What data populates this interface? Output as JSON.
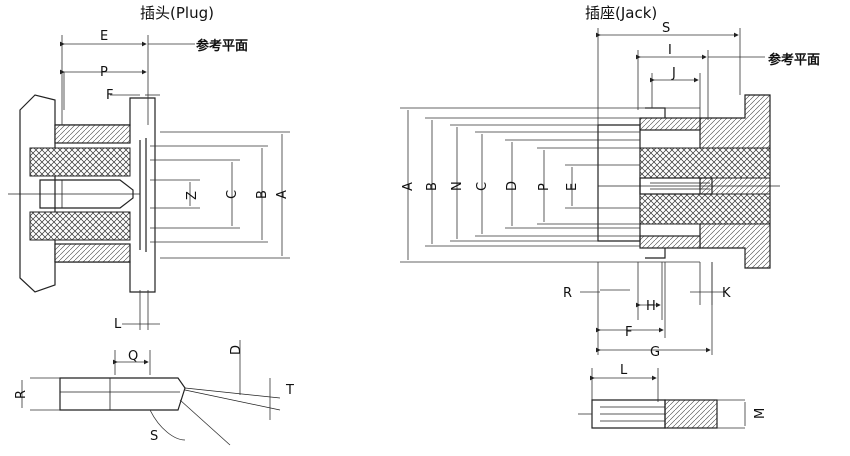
{
  "plug": {
    "title": "插头(Plug)",
    "ref_plane": "参考平面",
    "labels": {
      "E": "E",
      "P": "P",
      "F": "F",
      "Z": "Z",
      "C": "C",
      "B": "B",
      "A": "A",
      "L": "L",
      "Q": "Q",
      "D": "D",
      "R": "R",
      "S": "S",
      "T": "T"
    }
  },
  "jack": {
    "title": "插座(Jack)",
    "ref_plane": "参考平面",
    "labels": {
      "S": "S",
      "I": "I",
      "J": "J",
      "A": "A",
      "B": "B",
      "N": "N",
      "C": "C",
      "D": "D",
      "P": "P",
      "E": "E",
      "R": "R",
      "H": "H",
      "K": "K",
      "F": "F",
      "G": "G",
      "L": "L",
      "M": "M"
    }
  }
}
